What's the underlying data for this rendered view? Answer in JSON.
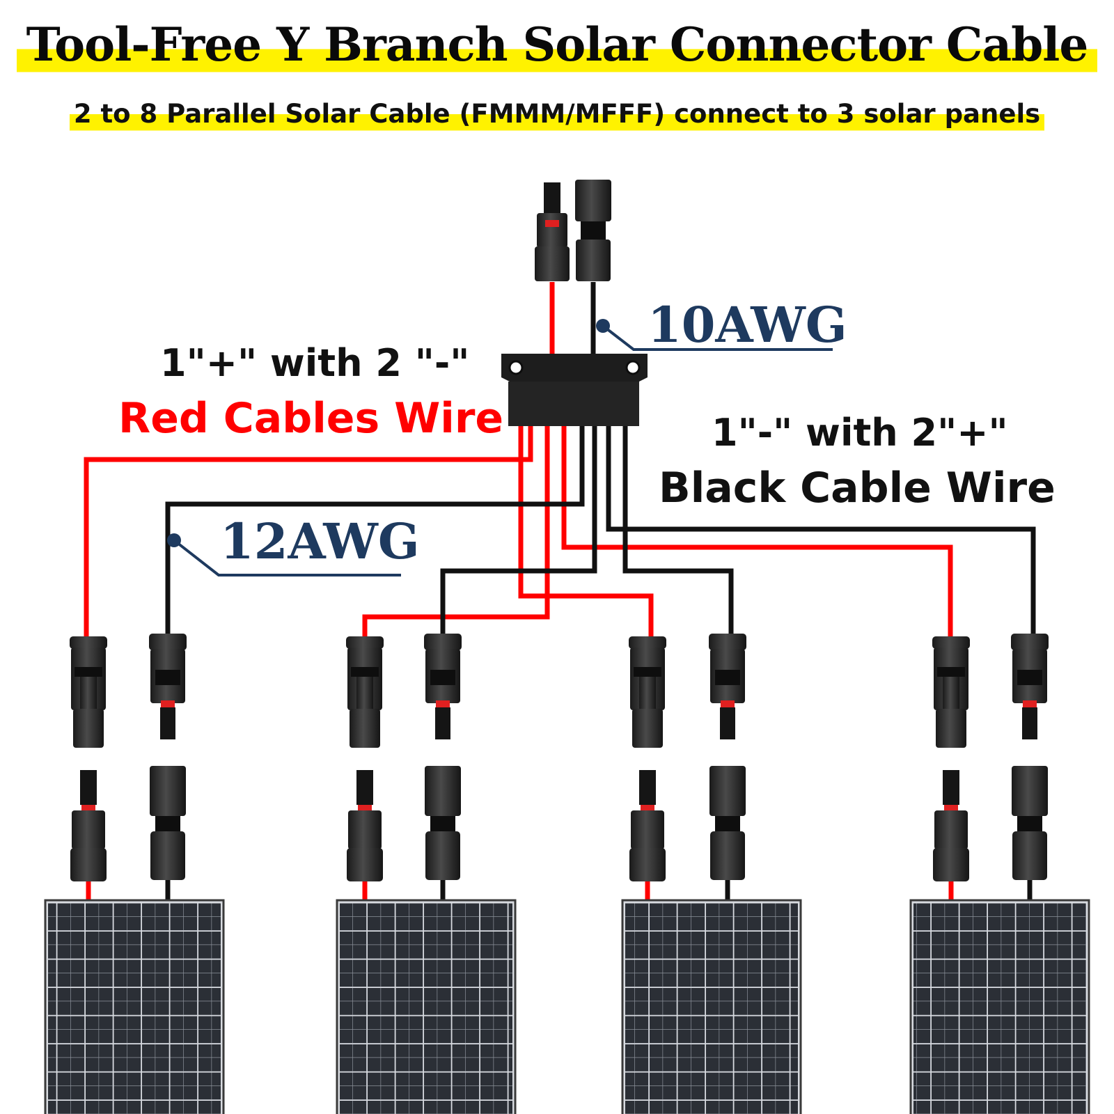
{
  "header": {
    "title": "Tool-Free Y Branch Solar Connector Cable",
    "subtitle": "2 to 8 Parallel Solar Cable (FMMM/MFFF) connect to 3 solar panels"
  },
  "labels": {
    "positive_count": "1\"+\" with 2 \"-\"",
    "red_wire": "Red Cables Wire",
    "negative_count": "1\"-\" with 2\"+\"",
    "black_wire": "Black Cable Wire",
    "gauge_main": "10AWG",
    "gauge_branch": "12AWG"
  },
  "colors": {
    "highlight": "#fff200",
    "red_wire": "#ff0000",
    "black_wire": "#111111",
    "gauge_text": "#1e3a5f"
  },
  "diagram": {
    "panel_count": 4,
    "branch_count": 4
  }
}
